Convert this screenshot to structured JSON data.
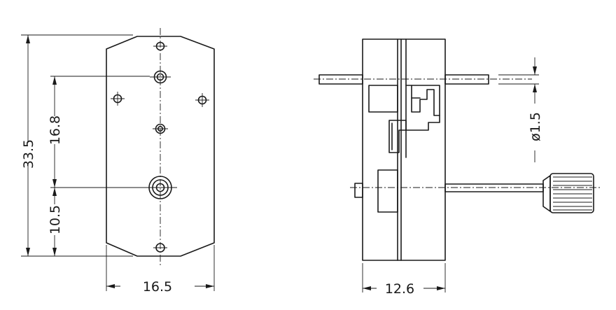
{
  "dimensions": {
    "overall_height": "33.5",
    "upper_hole_spacing": "16.8",
    "lower_hole_spacing": "10.5",
    "width": "16.5",
    "depth": "12.6",
    "shaft_diameter": "ø1.5"
  }
}
